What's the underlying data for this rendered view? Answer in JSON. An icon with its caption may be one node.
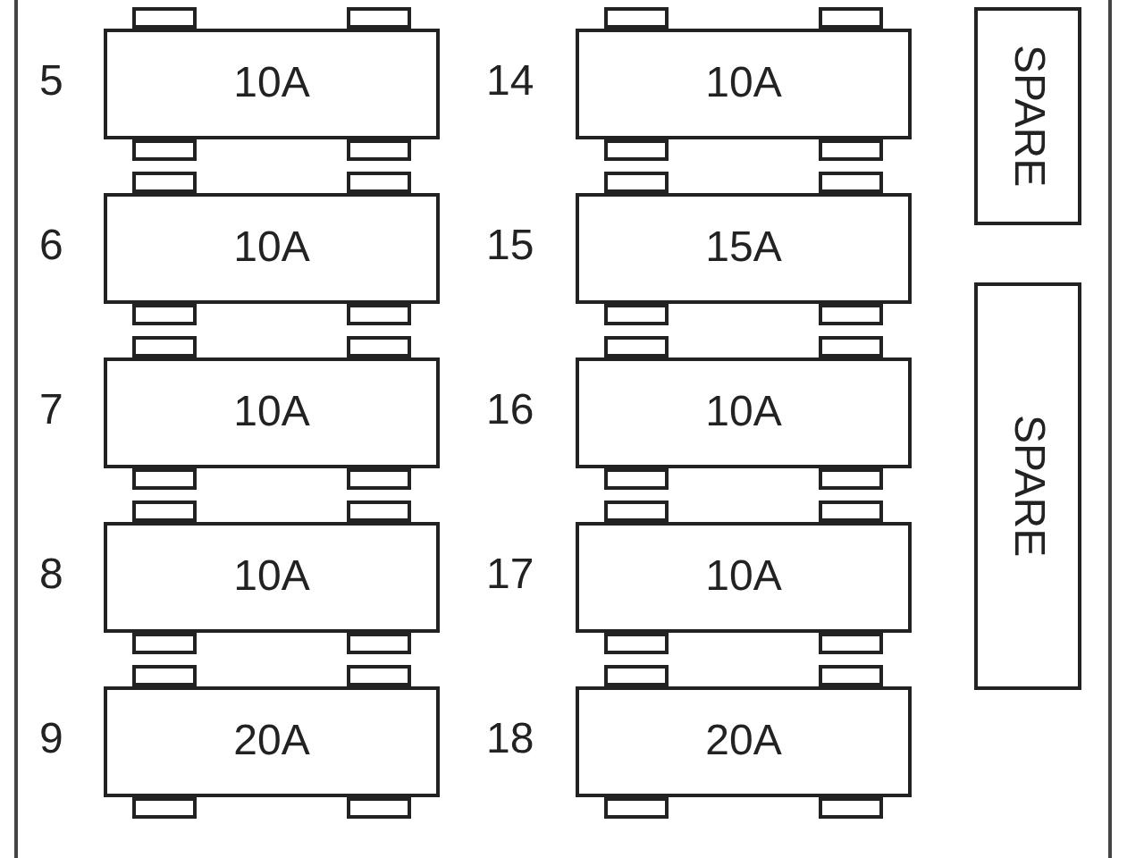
{
  "diagram": {
    "nodes": [
      {
        "text": [
          "10A"
        ],
        "beside": [
          "5"
        ]
      },
      {
        "text": [
          "10A"
        ],
        "beside": [
          "14"
        ]
      },
      {
        "text": [
          "SPARE"
        ]
      },
      {
        "text": [
          "10A"
        ],
        "beside": [
          "6"
        ]
      },
      {
        "text": [
          "15A"
        ],
        "beside": [
          "15"
        ]
      },
      {
        "text": [
          "SPARE"
        ]
      },
      {
        "text": [
          "10A"
        ],
        "beside": [
          "7"
        ]
      },
      {
        "text": [
          "10A"
        ],
        "beside": [
          "16"
        ]
      },
      {
        "text": [
          "10A"
        ],
        "beside": [
          "8"
        ]
      },
      {
        "text": [
          "10A"
        ],
        "beside": [
          "17"
        ]
      },
      {
        "text": [
          "20A"
        ],
        "beside": [
          "9"
        ]
      },
      {
        "text": [
          "20A"
        ],
        "beside": [
          "18"
        ]
      }
    ]
  }
}
